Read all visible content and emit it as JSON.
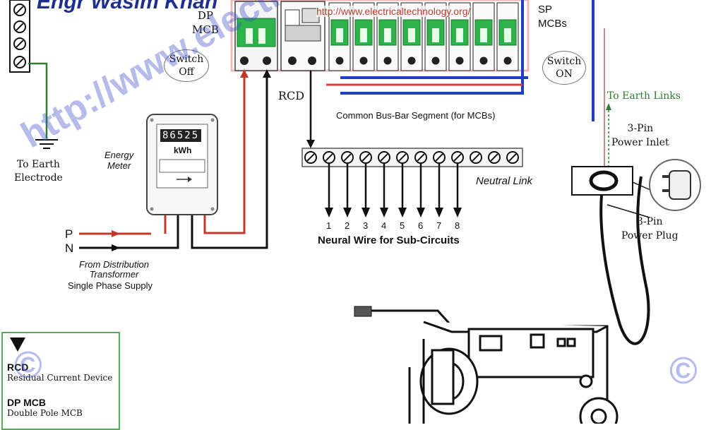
{
  "header": {
    "author": "Engr Wasim Khan",
    "url": "http://www.electricaltechnology.org/"
  },
  "labels": {
    "dp_mcb": "DP\nMCB",
    "sp_mcbs": "SP\nMCBs",
    "switch_off": "Switch\nOff",
    "switch_on": "Switch\nON",
    "rcd": "RCD",
    "busbar": "Common Bus-Bar Segment (for MCBs)",
    "to_earth_links": "To Earth Links",
    "power_inlet": "3-Pin\nPower Inlet",
    "power_plug": "3-Pin\nPower Plug",
    "earth_electrode": "To Earth\nElectrode",
    "energy_meter": "Energy\nMeter",
    "meter_digits": "86525",
    "meter_unit": "kWh",
    "neutral_link": "Neutral Link",
    "neutral_wires": "Neural Wire for Sub-Circuits",
    "neutral_numbers": [
      "1",
      "2",
      "3",
      "4",
      "5",
      "6",
      "7",
      "8"
    ],
    "phase": "P",
    "neutral": "N",
    "supply_source": "From Distribution\nTransformer",
    "supply_type": "Single Phase Supply"
  },
  "legend": {
    "items": [
      {
        "abbr": "RCD",
        "desc": "Residual Current Device"
      },
      {
        "abbr": "DP MCB",
        "desc": "Double Pole MCB"
      }
    ]
  },
  "watermark": "http://www.electricaltechnology.org/",
  "colors": {
    "phase_wire": "#c0392b",
    "neutral_wire": "#111111",
    "earth_wire": "#2e7d32",
    "busbar_blue": "#1f3fbf",
    "mcb_green": "#2db34a",
    "panel_border": "#f2b8b8",
    "watermark": "#3c50c8"
  }
}
